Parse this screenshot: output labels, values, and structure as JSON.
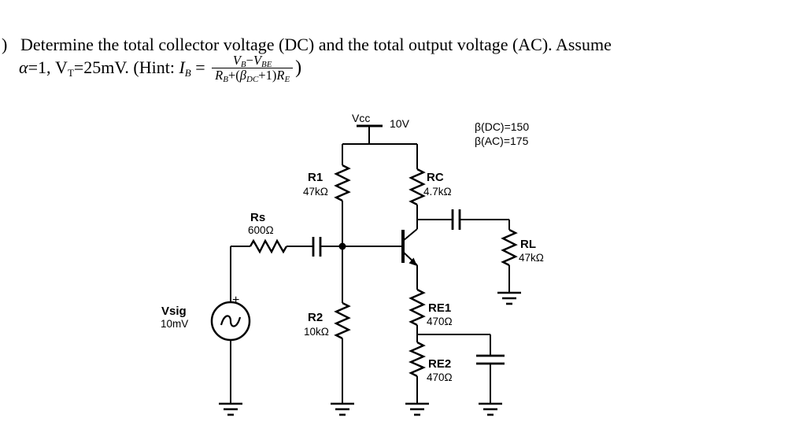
{
  "problem": {
    "bullet": ")",
    "line1": "Determine the total collector voltage (DC) and the total output voltage (AC). Assume",
    "alpha": "α",
    "seg_vt_pre": "=1, V",
    "sub_t": "T",
    "seg_hint": "=25mV. (Hint: ",
    "var_ib": "I",
    "sub_ib": "B",
    "equals": " = ",
    "frac": {
      "num_v1": "V",
      "num_v1_sub": "B",
      "num_minus": "−",
      "num_v2": "V",
      "num_v2_sub": "BE",
      "den_r1": "R",
      "den_r1_sub": "B",
      "den_plus": "+(",
      "den_beta": "β",
      "den_beta_sub": "DC",
      "den_close": "+1)",
      "den_r2": "R",
      "den_r2_sub": "E"
    },
    "close_paren": ")"
  },
  "circuit": {
    "supply": {
      "label": "Vcc",
      "value": "10V"
    },
    "beta_dc": "β(DC)=150",
    "beta_ac": "β(AC)=175",
    "r1": {
      "label": "R1",
      "value": "47kΩ"
    },
    "rc": {
      "label": "RC",
      "value": "4.7kΩ"
    },
    "rs": {
      "label": "Rs",
      "value": "600Ω"
    },
    "rl": {
      "label": "RL",
      "value": "47kΩ"
    },
    "r2": {
      "label": "R2",
      "value": "10kΩ"
    },
    "re1": {
      "label": "RE1",
      "value": "470Ω"
    },
    "re2": {
      "label": "RE2",
      "value": "470Ω"
    },
    "vsig": {
      "label": "Vsig",
      "value": "10mV",
      "polarity": "+"
    }
  }
}
